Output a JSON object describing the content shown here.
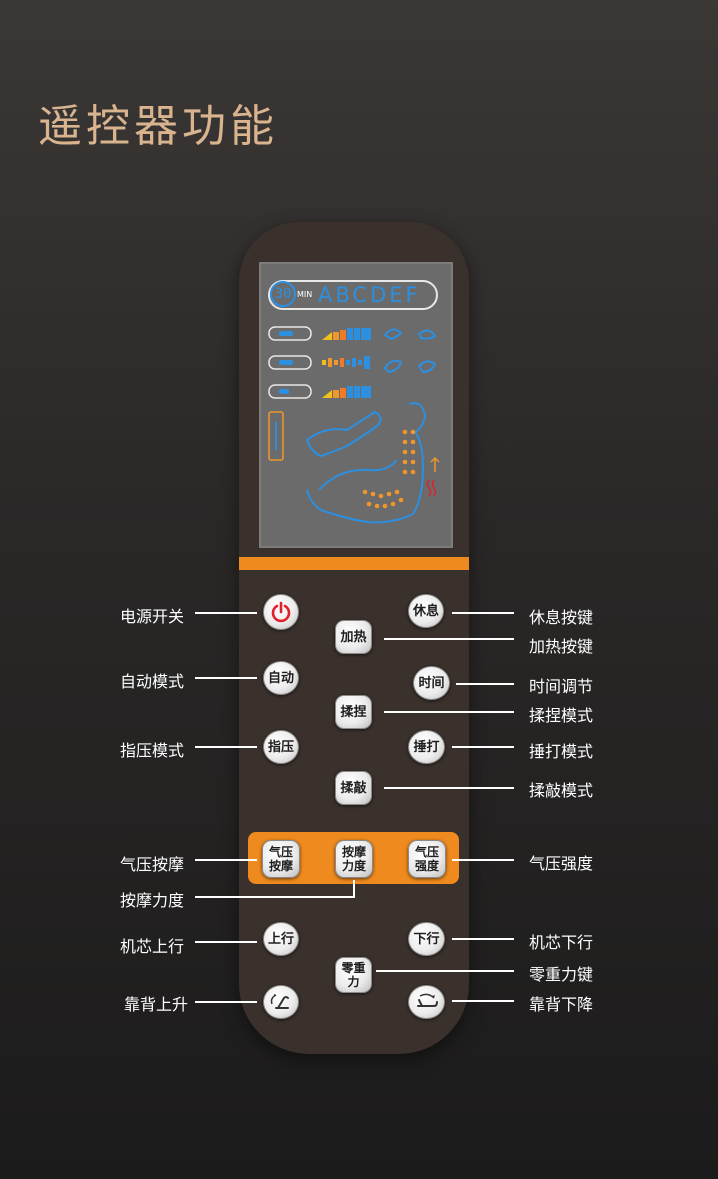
{
  "page": {
    "title": "遥控器功能"
  },
  "lcd": {
    "timer_value": "30",
    "timer_unit": "MIN",
    "modes_text": "ABCDEF"
  },
  "colors": {
    "accent_orange": "#ef8a1e",
    "title_gold": "#d9b48f",
    "lcd_blue": "#2c8fe0",
    "lcd_orange": "#f0962a",
    "power_red": "#e0202a"
  },
  "buttons": {
    "power": {
      "icon": "power-icon"
    },
    "rest": "休息",
    "heat": "加热",
    "auto": "自动",
    "time": "时间",
    "knead": "揉捏",
    "shiatsu": "指压",
    "tap": "捶打",
    "knead_tap": "揉敲",
    "air_massage": [
      "气压",
      "按摩"
    ],
    "intensity": [
      "按摩",
      "力度"
    ],
    "air_strength": [
      "气压",
      "强度"
    ],
    "up": "上行",
    "down": "下行",
    "zero_gravity": [
      "零重",
      "力"
    ],
    "backrest_up": {
      "icon": "backrest-up-icon"
    },
    "backrest_down": {
      "icon": "backrest-down-icon"
    }
  },
  "labels": {
    "power": "电源开关",
    "auto_mode": "自动模式",
    "shiatsu_mode": "指压模式",
    "air_massage": "气压按摩",
    "massage_intensity": "按摩力度",
    "core_up": "机芯上行",
    "backrest_up": "靠背上升",
    "rest_key": "休息按键",
    "heat_key": "加热按键",
    "time_adjust": "时间调节",
    "knead_mode": "揉捏模式",
    "tap_mode": "捶打模式",
    "knead_tap_mode": "揉敲模式",
    "air_strength": "气压强度",
    "core_down": "机芯下行",
    "zero_gravity_key": "零重力键",
    "backrest_down": "靠背下降"
  }
}
